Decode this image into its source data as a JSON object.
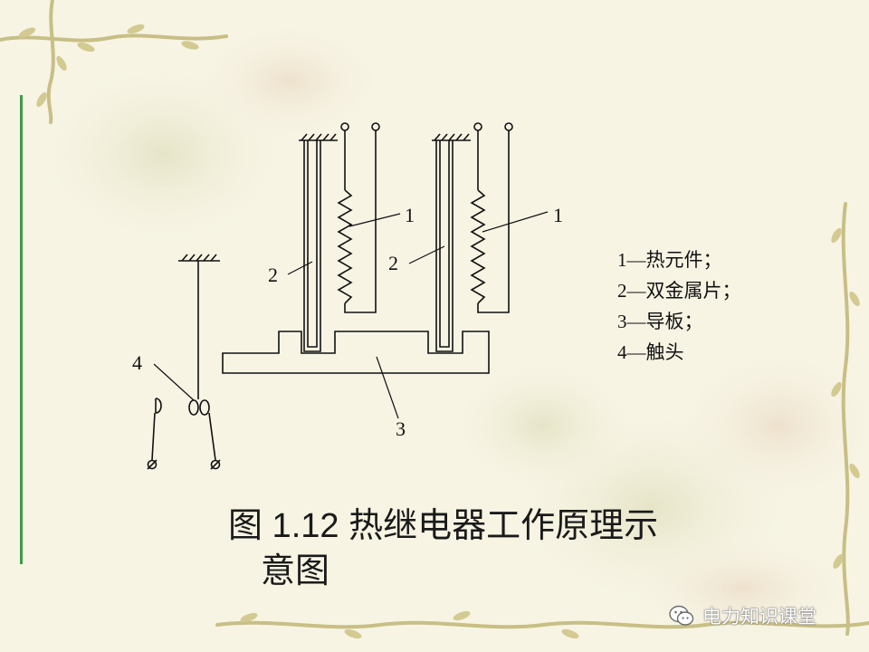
{
  "colors": {
    "background": "#f7f4e4",
    "accent_bar": "#3f9a4c",
    "line": "#111111",
    "vine": "#c8bf86"
  },
  "diagram": {
    "labels": {
      "heating_element_left": "1",
      "heating_element_right": "1",
      "bimetal_left": "2",
      "bimetal_right": "2",
      "guide_plate": "3",
      "contact": "4"
    }
  },
  "legend": [
    "1—热元件；",
    "2—双金属片；",
    "3—导板；",
    "4—触头"
  ],
  "caption": {
    "line1": "图 1.12 热继电器工作原理示",
    "line2": "意图"
  },
  "watermark": {
    "icon": "wechat-icon",
    "text": "电力知识课堂"
  }
}
